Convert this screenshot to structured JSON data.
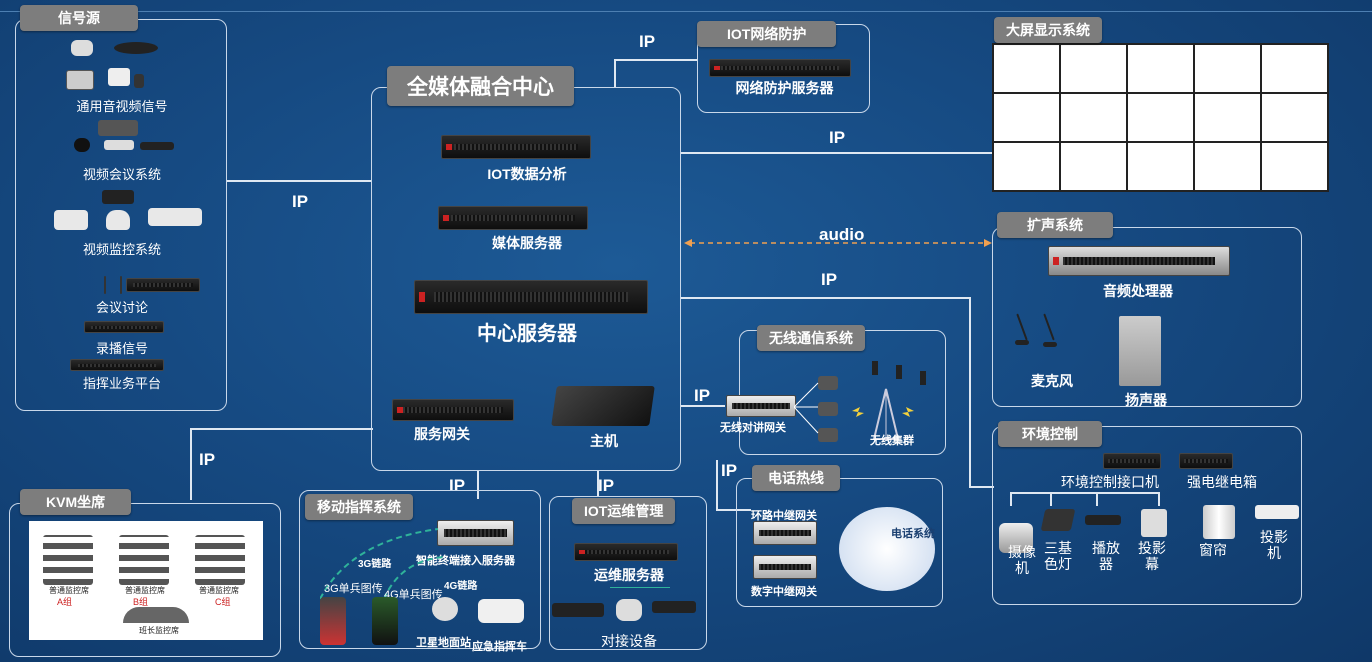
{
  "signal_source": {
    "title": "信号源",
    "items": [
      "通用音视频信号",
      "视频会议系统",
      "视频监控系统",
      "会议讨论",
      "录播信号",
      "指挥业务平台"
    ]
  },
  "center": {
    "title": "全媒体融合中心",
    "items": [
      "IOT数据分析",
      "媒体服务器",
      "中心服务器",
      "服务网关",
      "主机"
    ]
  },
  "iot_protect": {
    "title": "IOT网络防护",
    "server": "网络防护服务器"
  },
  "big_screen": {
    "title": "大屏显示系统",
    "rows": 3,
    "cols": 5
  },
  "pa_system": {
    "title": "扩声系统",
    "processor": "音频处理器",
    "mic": "麦克风",
    "speaker": "扬声器"
  },
  "wireless": {
    "title": "无线通信系统",
    "gateway": "无线对讲网关",
    "cluster": "无线集群"
  },
  "env_control": {
    "title": "环境控制",
    "interface": "环境控制接口机",
    "power_box": "强电继电箱",
    "devices": [
      "摄像机",
      "三基色灯",
      "播放器",
      "投影幕",
      "窗帘",
      "投影机"
    ]
  },
  "phone": {
    "title": "电话热线",
    "relay1": "环路中继网关",
    "relay2": "数字中继网关",
    "system": "电话系统"
  },
  "kvm": {
    "title": "KVM坐席",
    "groups": [
      "A组",
      "B组",
      "C组"
    ],
    "sub": "普通监控席",
    "table": "班长监控席"
  },
  "mobile": {
    "title": "移动指挥系统",
    "server": "智能终端接入服务器",
    "links": [
      "3G链路",
      "4G链路"
    ],
    "terminals": [
      "3G单兵图传",
      "4G单兵图传"
    ],
    "satellite": "卫星地面站",
    "vehicle": "应急指挥车"
  },
  "iot_ops": {
    "title": "IOT运维管理",
    "server": "运维服务器",
    "devices": "对接设备"
  },
  "connections": {
    "ip": "IP",
    "audio": "audio"
  },
  "colors": {
    "background": "#164a82",
    "tag": "#7d7d7d",
    "line": "#dfe8f2",
    "audio": "#f0a050",
    "link": "#2fb39a"
  }
}
